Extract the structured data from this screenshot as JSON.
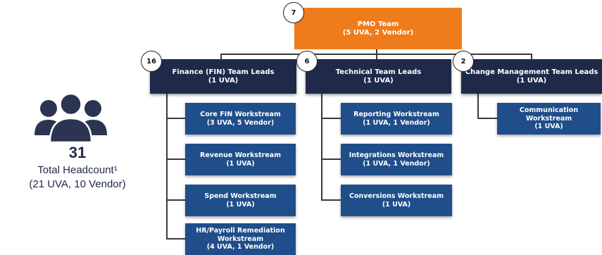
{
  "pmo": {
    "badge": "7",
    "title": "PMO Team",
    "sub": "(5 UVA, 2 Vendor)"
  },
  "leads": [
    {
      "badge": "16",
      "title": "Finance (FIN) Team Leads",
      "sub": "(1 UVA)"
    },
    {
      "badge": "6",
      "title": "Technical Team Leads",
      "sub": "(1 UVA)"
    },
    {
      "badge": "2",
      "title": "Change Management Team Leads",
      "sub": "(1 UVA)"
    }
  ],
  "fin_ws": [
    {
      "title": "Core FIN Workstream",
      "sub": "(3 UVA, 5 Vendor)"
    },
    {
      "title": "Revenue Workstream",
      "sub": "(1 UVA)"
    },
    {
      "title": "Spend Workstream",
      "sub": "(1 UVA)"
    },
    {
      "title": "HR/Payroll Remediation Workstream",
      "sub": "(4 UVA, 1 Vendor)"
    }
  ],
  "tech_ws": [
    {
      "title": "Reporting Workstream",
      "sub": "(1 UVA, 1 Vendor)"
    },
    {
      "title": "Integrations Workstream",
      "sub": "(1 UVA, 1 Vendor)"
    },
    {
      "title": "Conversions Workstream",
      "sub": "(1 UVA)"
    }
  ],
  "cm_ws": [
    {
      "title": "Communication Workstream",
      "sub": "(1 UVA)"
    }
  ],
  "headcount": {
    "icon": "people-group-icon",
    "count": "31",
    "label": "Total Headcount¹",
    "detail": "(21 UVA, 10 Vendor)"
  }
}
